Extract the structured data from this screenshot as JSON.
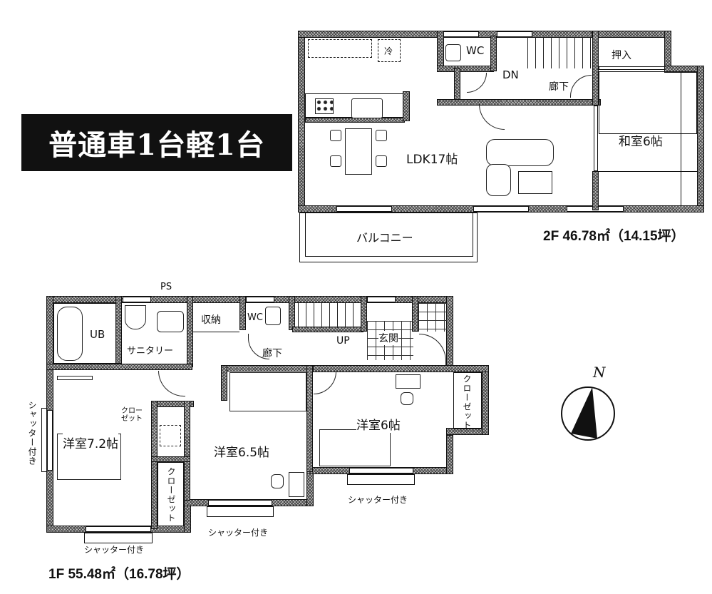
{
  "banner": {
    "text": "普通車1台軽1台"
  },
  "floor2": {
    "area_label": "2F 46.78㎡（14.15坪）",
    "rooms": {
      "ldk": "LDK17帖",
      "washitsu": "和室6帖",
      "oshiire": "押入",
      "wc": "WC",
      "hallway": "廊下",
      "stairs_dn": "DN",
      "balcony": "バルコニー",
      "fridge": "冷"
    }
  },
  "floor1": {
    "area_label": "1F 55.48㎡（16.78坪）",
    "rooms": {
      "ps": "PS",
      "ub": "UB",
      "sanitary": "サニタリー",
      "storage": "収納",
      "wc": "WC",
      "hallway": "廊下",
      "stairs_up": "UP",
      "entrance": "玄関",
      "yoshitsu72": "洋室7.2帖",
      "yoshitsu65": "洋室6.5帖",
      "yoshitsu6": "洋室6帖",
      "closet_small": "クロー\nゼット",
      "closet_a": "クローゼット",
      "closet_b": "クローゼット",
      "shutter_left": "シャッター付き",
      "shutter_bottom_left": "シャッター付き",
      "shutter_bottom_mid": "シャッター付き",
      "shutter_bottom_right": "シャッター付き"
    }
  },
  "compass": {
    "label": "N"
  }
}
